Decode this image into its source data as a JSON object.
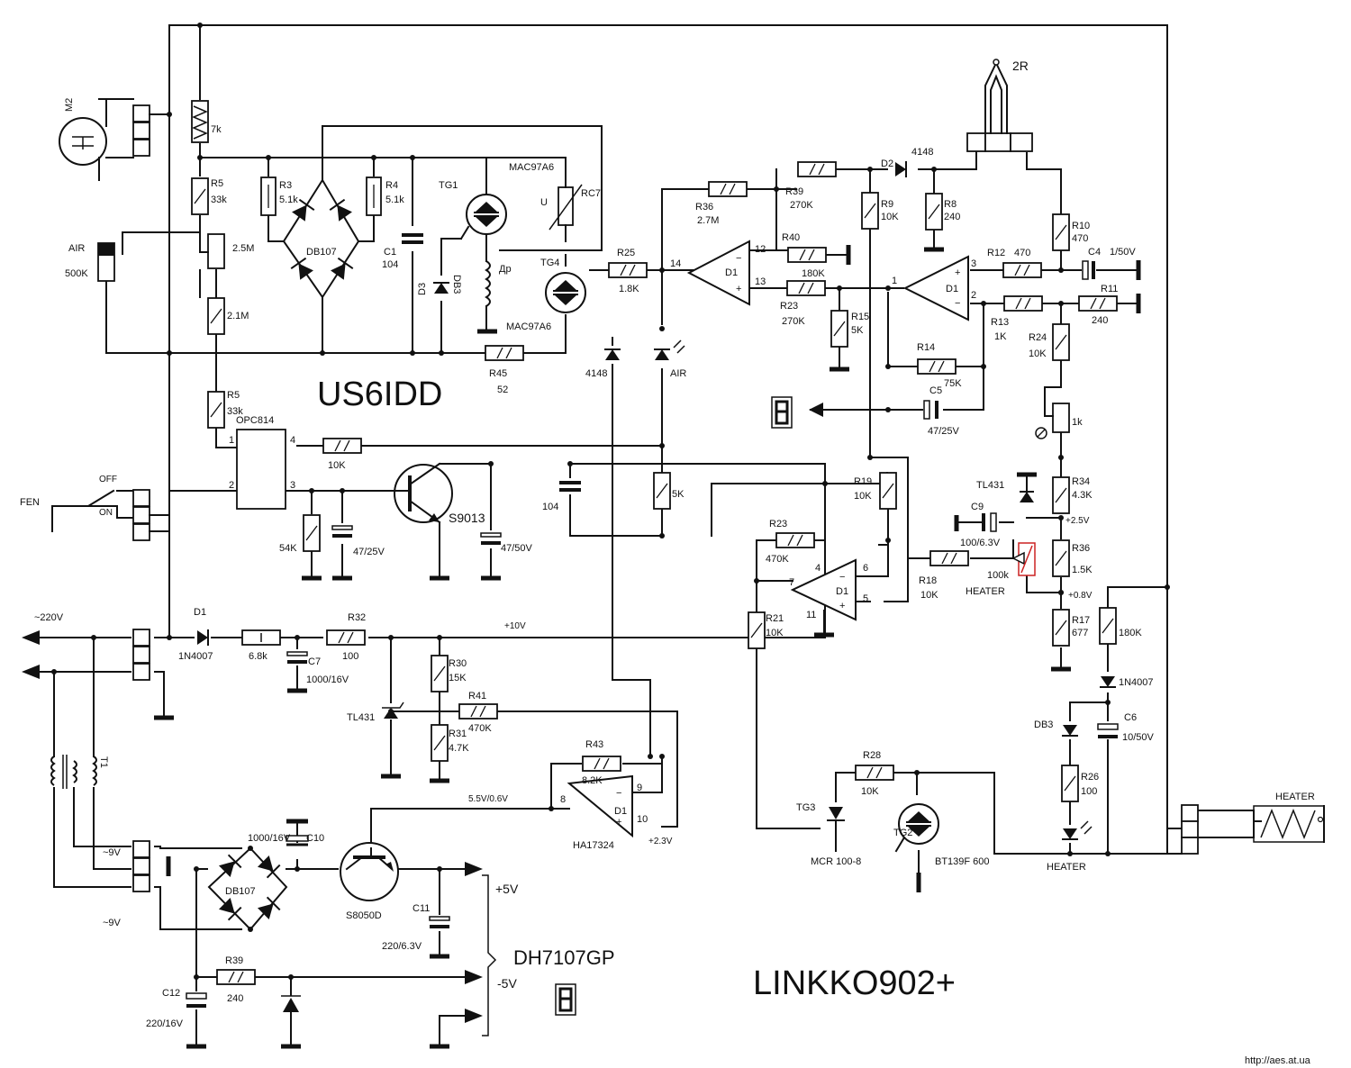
{
  "titles": {
    "author": "US6IDD",
    "model": "LINKKO902+",
    "display_driver": "DH7107GP",
    "website": "http://aes.at.ua"
  },
  "labels": {
    "motor": "M2",
    "air": "AIR",
    "air_pot": "500K",
    "r_7k": "7k",
    "r5a": "R5",
    "r5a_val": "33k",
    "pot_25m": "2.5M",
    "r_21m": "2.1M",
    "r5b": "R5",
    "r5b_val": "33k",
    "r3": "R3",
    "r3_val": "5.1k",
    "r4": "R4",
    "r4_val": "5.1k",
    "db107a": "DB107",
    "c1": "C1",
    "c1_val": "104",
    "tg1": "TG1",
    "mac1": "MAC97A6",
    "rc7": "RC7",
    "rc7_u": "U",
    "d3": "D3",
    "db3a": "DB3",
    "dr": "Др",
    "tg4": "TG4",
    "mac2": "MAC97A6",
    "r45": "R45",
    "r45_val": "52",
    "r25": "R25",
    "r25_val": "1.8K",
    "pin14": "14",
    "r36a": "R36",
    "r36a_val": "2.7M",
    "r39a": "R39",
    "r39a_val": "270K",
    "d2": "D2",
    "d2_val": "4148",
    "r2": "2R",
    "r9": "R9",
    "r9_val": "10K",
    "r8": "R8",
    "r8_val": "240",
    "pin12": "12",
    "pin13": "13",
    "r40": "R40",
    "r40_val": "180K",
    "d1a": "D1",
    "r23a": "R23",
    "r23a_val": "270K",
    "r15": "R15",
    "r15_val": "5K",
    "pin1": "1",
    "pin3": "3",
    "pin2": "2",
    "d1b": "D1",
    "r12": "R12",
    "r12_val": "470",
    "c4": "C4",
    "c4_val": "1/50V",
    "r10": "R10",
    "r10_val": "470",
    "r13": "R13",
    "r13_val": "1K",
    "r11": "R11",
    "r11_val": "240",
    "r24": "R24",
    "r24_val": "10K",
    "r14": "R14",
    "r14_val": "75K",
    "c5": "C5",
    "c5_val": "47/25V",
    "pot_1k": "1k",
    "d4148": "4148",
    "air_led": "AIR",
    "opc": "OPC814",
    "opc1": "1",
    "opc2": "2",
    "opc3": "3",
    "opc4": "4",
    "r_10k": "10K",
    "fen": "FEN",
    "off": "OFF",
    "on": "ON",
    "r_54k": "54K",
    "c_4725": "47/25V",
    "s9013": "S9013",
    "c_4750": "47/50V",
    "c_104": "104",
    "r_5k": "5K",
    "r19": "R19",
    "r19_val": "10K",
    "tl431a": "TL431",
    "c9": "C9",
    "c9_val": "100/6.3V",
    "r34": "R34",
    "r34_val": "4.3K",
    "v25": "+2.5V",
    "r23b": "R23",
    "r23b_val": "470K",
    "pin4": "4",
    "pin6": "6",
    "pin7": "7",
    "pin5": "5",
    "pin11": "11",
    "d1c": "D1",
    "r18": "R18",
    "r18_val": "10K",
    "heater_pot": "100k",
    "heater_lbl": "HEATER",
    "r36b": "R36",
    "r36b_val": "1.5K",
    "v08": "+0.8V",
    "r17": "R17",
    "r17_val": "677",
    "r_180k": "180K",
    "n4007b": "1N4007",
    "ac220": "~220V",
    "d1d": "D1",
    "n4007a": "1N4007",
    "r_68k": "6.8k",
    "c7": "C7",
    "c7_val": "1000/16V",
    "r32": "R32",
    "r32_val": "100",
    "v10": "+10V",
    "r30": "R30",
    "r30_val": "15K",
    "r41": "R41",
    "r41_val": "470K",
    "tl431b": "TL431",
    "r31": "R31",
    "r31_val": "4.7K",
    "r21": "R21",
    "r21_val": "10K",
    "r43": "R43",
    "r43_val": "8.2K",
    "v55": "5.5V/0.6V",
    "pin8": "8",
    "pin9": "9",
    "pin10": "10",
    "d1e": "D1",
    "ha": "HA17324",
    "v23": "+2.3V",
    "t1": "T1",
    "ac9a": "~9V",
    "ac9b": "~9V",
    "c10": "C10",
    "c10_val": "1000/16V",
    "db107b": "DB107",
    "s8050": "S8050D",
    "c11": "C11",
    "c11_val": "220/6.3V",
    "p5v": "+5V",
    "n5v": "-5V",
    "r39b": "R39",
    "r39b_val": "240",
    "c12": "C12",
    "c12_val": "220/16V",
    "r28": "R28",
    "r28_val": "10K",
    "tg3": "TG3",
    "mcr": "MCR 100-8",
    "tg2": "TG2",
    "bt139": "BT139F 600",
    "db3b": "DB3",
    "c6": "C6",
    "c6_val": "10/50V",
    "r26": "R26",
    "r26_val": "100",
    "heater_led": "HEATER",
    "heater_elem": "HEATER",
    "seg1": "8",
    "seg2": "8"
  }
}
